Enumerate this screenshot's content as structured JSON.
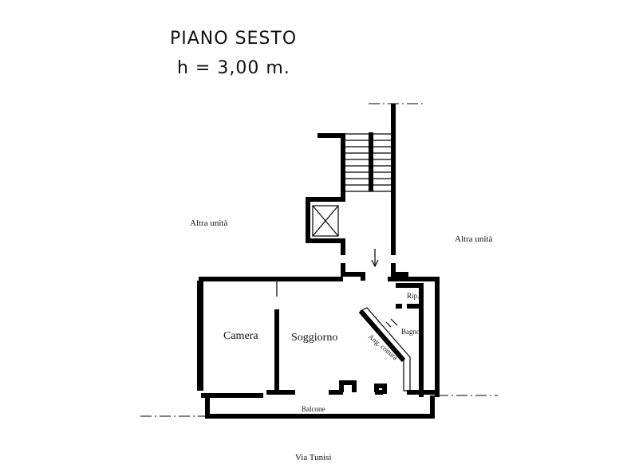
{
  "title": {
    "line1": "PIANO SESTO",
    "line2": "h = 3,00 m."
  },
  "labels": {
    "other_unit_left": "Altra unità",
    "other_unit_right": "Altra unità",
    "camera": "Camera",
    "soggiorno": "Soggiorno",
    "bagno": "Bagno",
    "rip": "Rip.",
    "angolo_cottura": "Ang. cottura",
    "balcone": "Balcone",
    "street": "Via Tunisi"
  }
}
